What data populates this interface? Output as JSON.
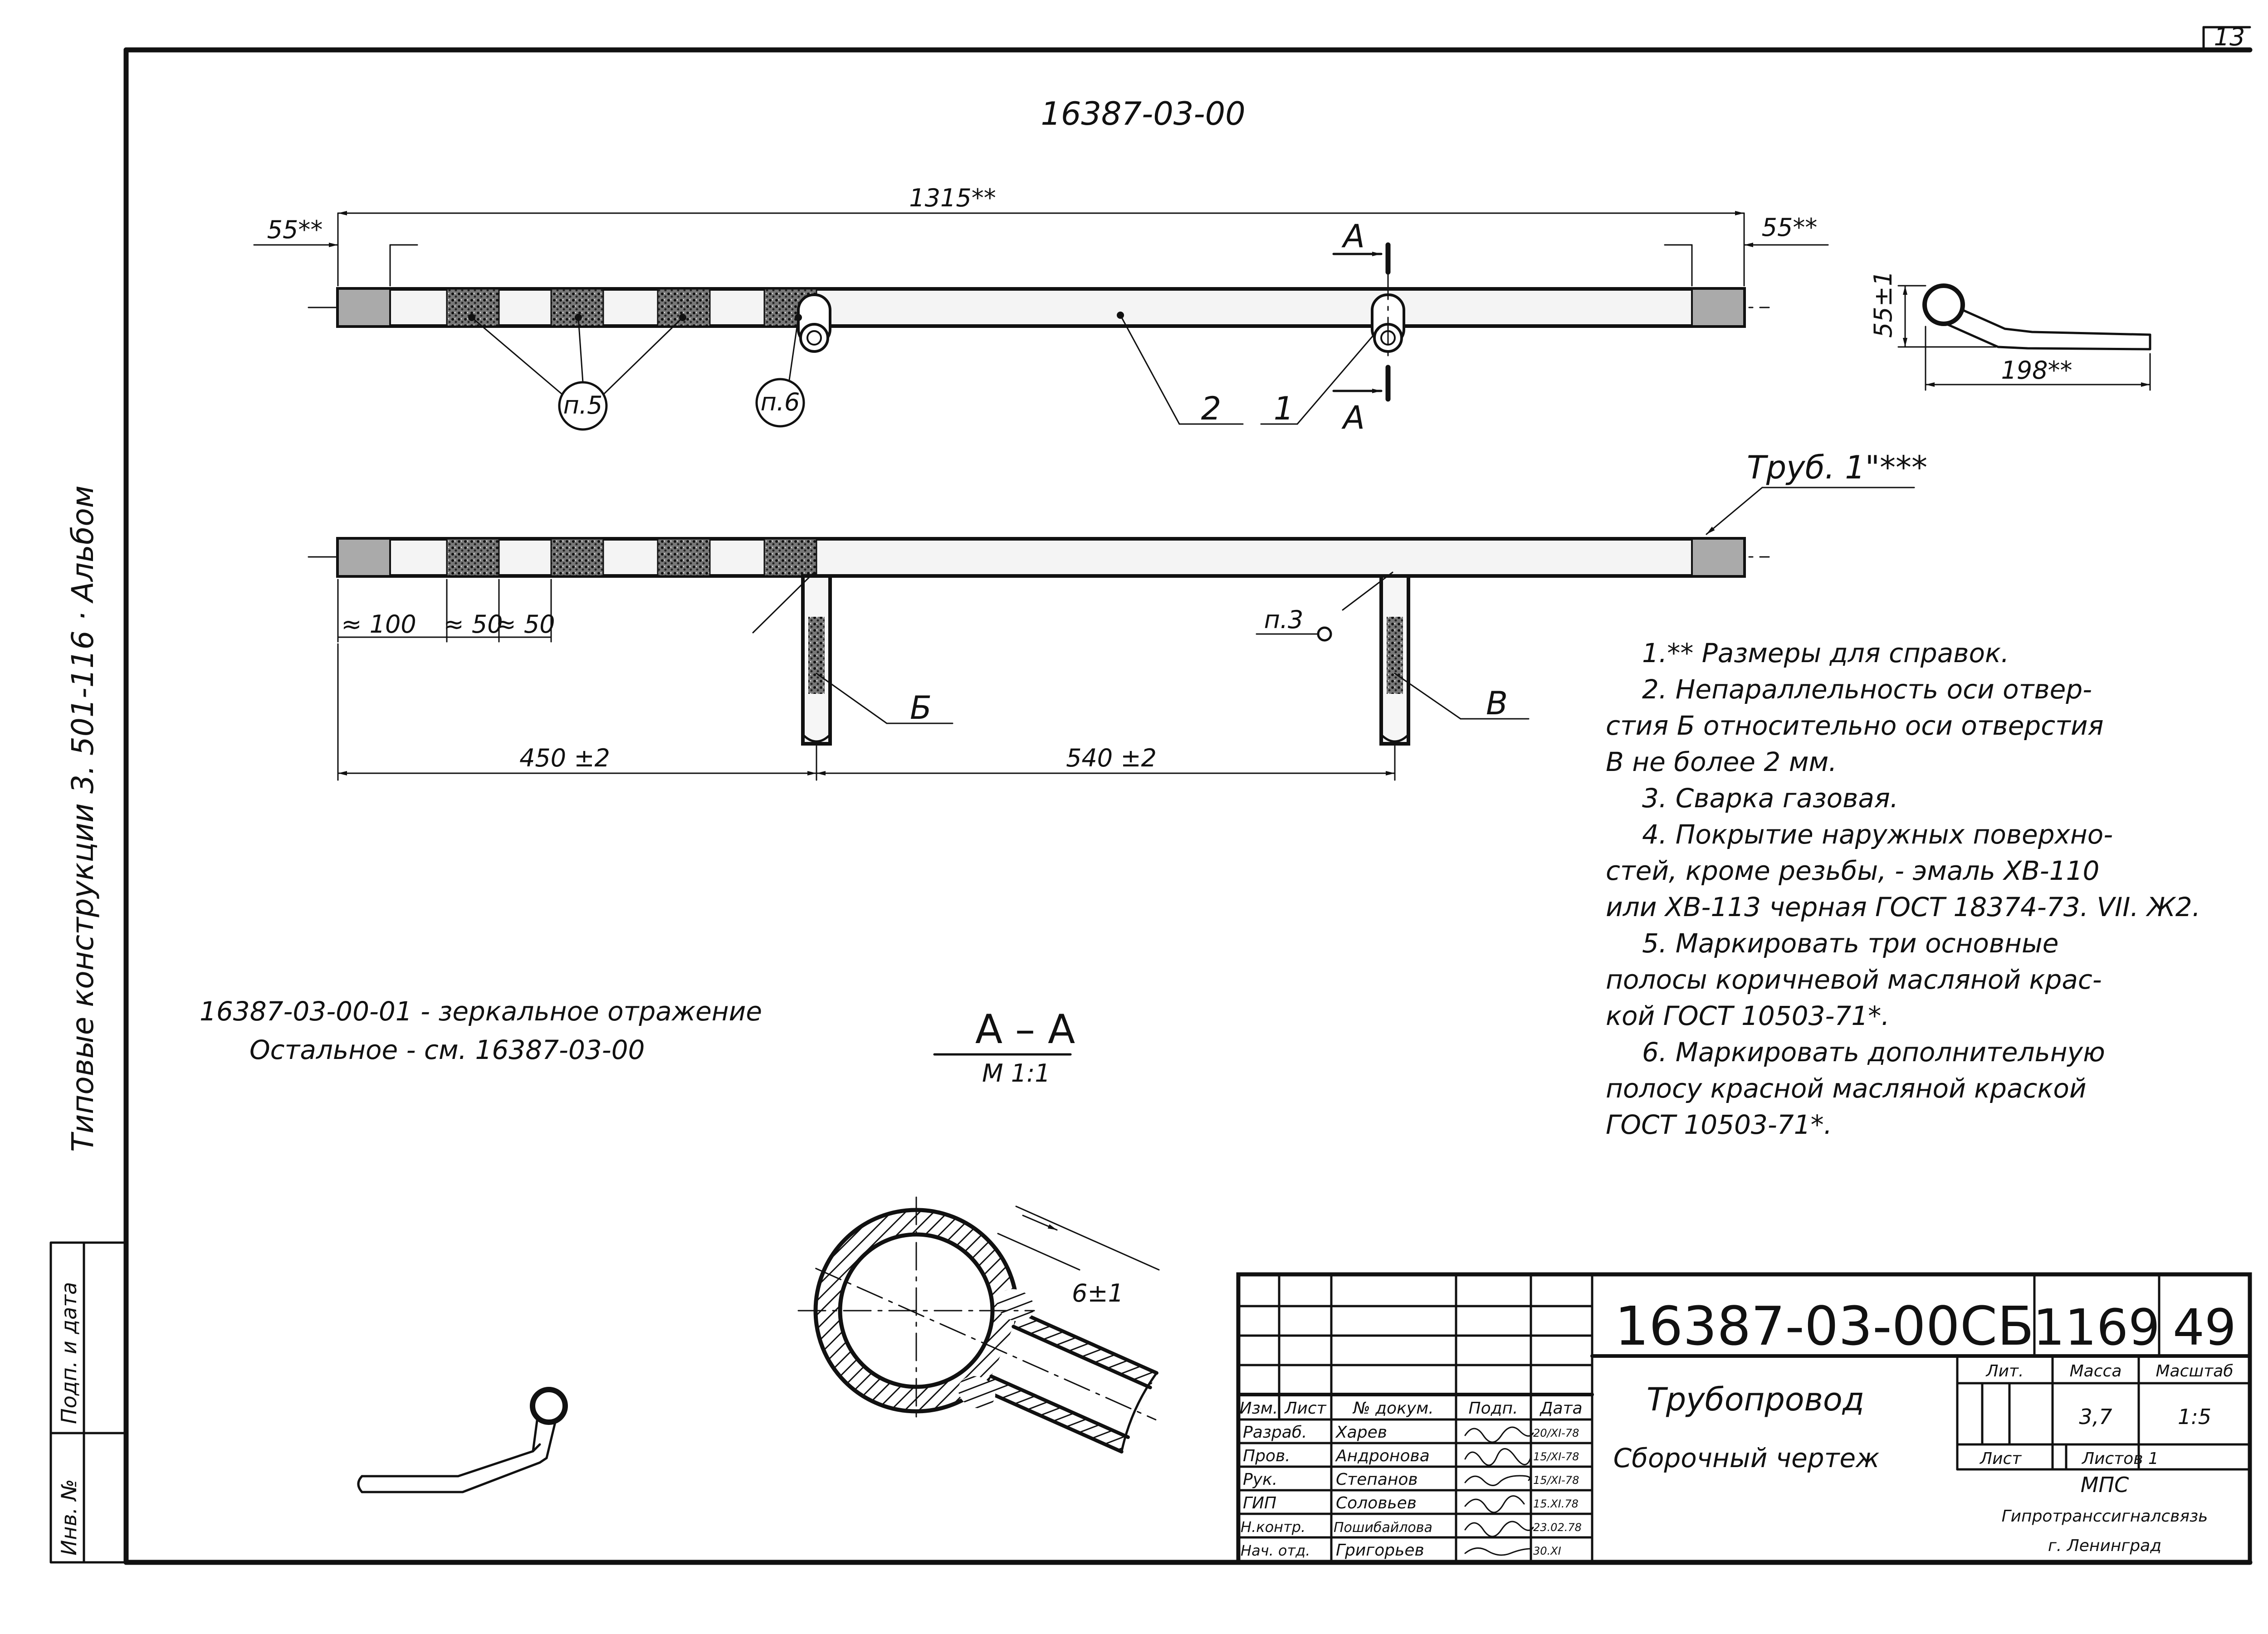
{
  "drawing_number": "16387-03-00",
  "sheet_corner": "13",
  "left_margin_caption": "Типовые   конструкции 3. 501-116 · Альбом",
  "stamp_labels": {
    "inv": "Инв. №",
    "sign_date": "Подп. и дата"
  },
  "dimensions": {
    "overall": "1315**",
    "end_left": "55**",
    "end_right": "55**",
    "side_height": "55±1",
    "side_length": "198**",
    "bands_1": "≈ 100",
    "bands_2": "≈ 50",
    "bands_3": "≈ 50",
    "span_1": "450 ±2",
    "span_2": "540 ±2",
    "weld": "6±1"
  },
  "callouts": {
    "p5": "п.5",
    "p6": "п.6",
    "p3": "п.3",
    "pos1": "1",
    "pos2": "2",
    "hole_b": "Б",
    "hole_v": "В",
    "section_top": "А",
    "section_bottom": "А",
    "pipe_label": "Труб. 1\"***"
  },
  "section": {
    "title": "А – А",
    "scale": "М 1:1"
  },
  "variant_note": {
    "line1": "16387-03-00-01 - зеркальное отражение",
    "line2": "Остальное - см. 16387-03-00"
  },
  "notes": [
    "1.** Размеры для справок.",
    "2. Непараллельность оси отвер-",
    "стия Б относительно оси отверстия",
    "В не более  2 мм.",
    "3. Сварка  газовая.",
    "4. Покрытие наружных поверхно-",
    "стей, кроме резьбы, - эмаль ХВ-110",
    "или ХВ-113 черная ГОСТ 18374-73. VII. Ж2.",
    "5. Маркировать три основные",
    "полосы коричневой масляной крас-",
    "кой ГОСТ 10503-71*.",
    "6. Маркировать дополнительную",
    "полосу красной масляной краской",
    "ГОСТ 10503-71*."
  ],
  "title_block": {
    "designation": "16387-03-00СБ",
    "archive_no": "1169",
    "sheet_no": "49",
    "title_line1": "Трубопровод",
    "title_line2": "Сборочный  чертеж",
    "headers": [
      "Изм.",
      "Лист",
      "№ докум.",
      "Подп.",
      "Дата"
    ],
    "rows": [
      {
        "role": "Разраб.",
        "name": "Харев",
        "date": "20/XI-78"
      },
      {
        "role": "Пров.",
        "name": "Андронова",
        "date": "15/XI-78"
      },
      {
        "role": "Рук.",
        "name": "Степанов",
        "date": "15/XI-78"
      },
      {
        "role": "ГИП",
        "name": "Соловьев",
        "date": "15.XI.78"
      },
      {
        "role": "Н.контр.",
        "name": "Пошибайлова",
        "date": "23.02.78"
      },
      {
        "role": "Нач. отд.",
        "name": "Григорьев",
        "date": "30.XI"
      }
    ],
    "lit_label": "Лит.",
    "mass_label": "Масса",
    "scale_label": "Масштаб",
    "mass": "3,7",
    "scale": "1:5",
    "sheet_label": "Лист",
    "sheets_label": "Листов 1",
    "org_line1": "МПС",
    "org_line2": "Гипротранссигналсвязь",
    "org_line3": "г. Ленинград"
  },
  "colors": {
    "ink": "#111111",
    "paper": "#ffffff"
  }
}
